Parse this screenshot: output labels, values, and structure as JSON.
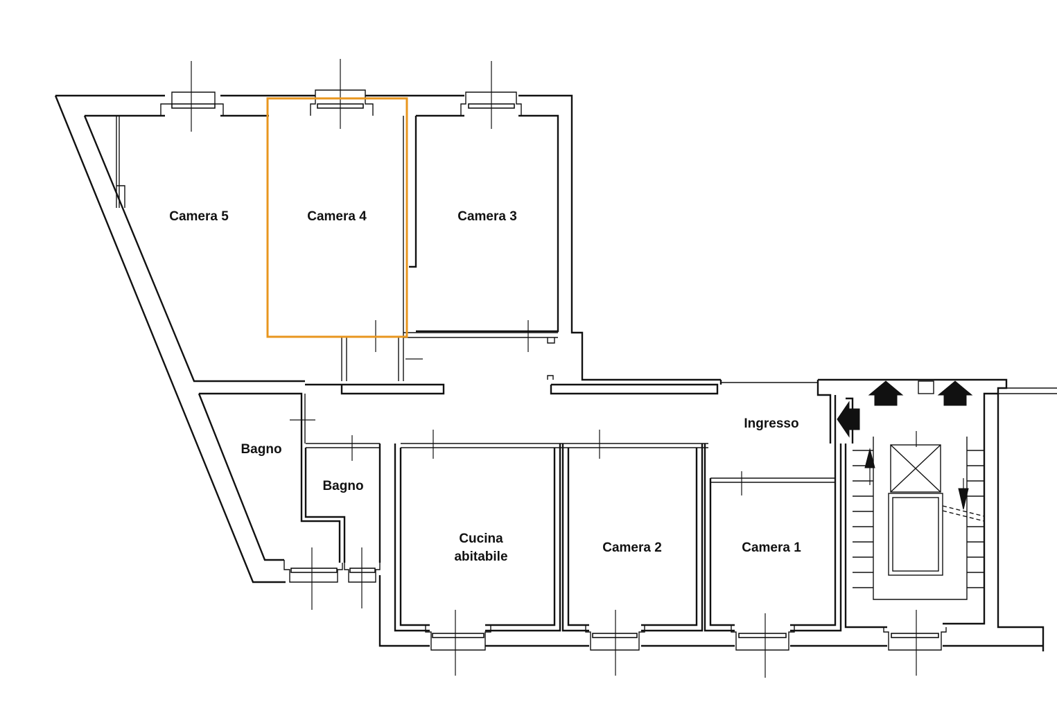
{
  "rooms": {
    "camera5": "Camera 5",
    "camera4": "Camera 4",
    "camera3": "Camera 3",
    "bagno1": "Bagno",
    "bagno2": "Bagno",
    "ingresso": "Ingresso",
    "cucina_line1": "Cucina",
    "cucina_line2": "abitabile",
    "camera2": "Camera 2",
    "camera1": "Camera 1"
  },
  "highlighted_room": "Camera 4",
  "colors": {
    "highlight": "#e8961e",
    "ink": "#111111",
    "paper": "#ffffff"
  }
}
